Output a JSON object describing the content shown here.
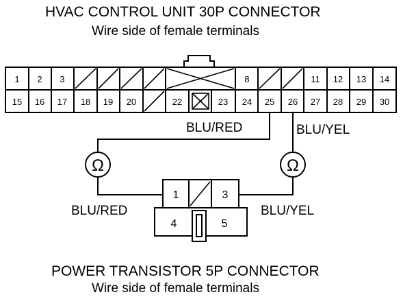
{
  "top_connector": {
    "title": "HVAC CONTROL UNIT 30P CONNECTOR",
    "subtitle": "Wire side of female terminals",
    "row1": [
      "1",
      "2",
      "3",
      "",
      "",
      "",
      "",
      "",
      "",
      "",
      "8",
      "",
      "",
      "11",
      "12",
      "13",
      "14"
    ],
    "row2": [
      "15",
      "16",
      "17",
      "18",
      "19",
      "20",
      "",
      "22",
      "",
      "23",
      "24",
      "25",
      "26",
      "27",
      "28",
      "29",
      "30"
    ]
  },
  "bottom_connector": {
    "title": "POWER TRANSISTOR 5P CONNECTOR",
    "subtitle": "Wire side of female terminals",
    "pins": {
      "p1": "1",
      "p3": "3",
      "p4": "4",
      "p5": "5"
    }
  },
  "wires": {
    "upper_left": "BLU/RED",
    "upper_right": "BLU/YEL",
    "lower_left": "BLU/RED",
    "lower_right": "BLU/YEL"
  },
  "meters": {
    "left_symbol": "Ω",
    "right_symbol": "Ω"
  }
}
